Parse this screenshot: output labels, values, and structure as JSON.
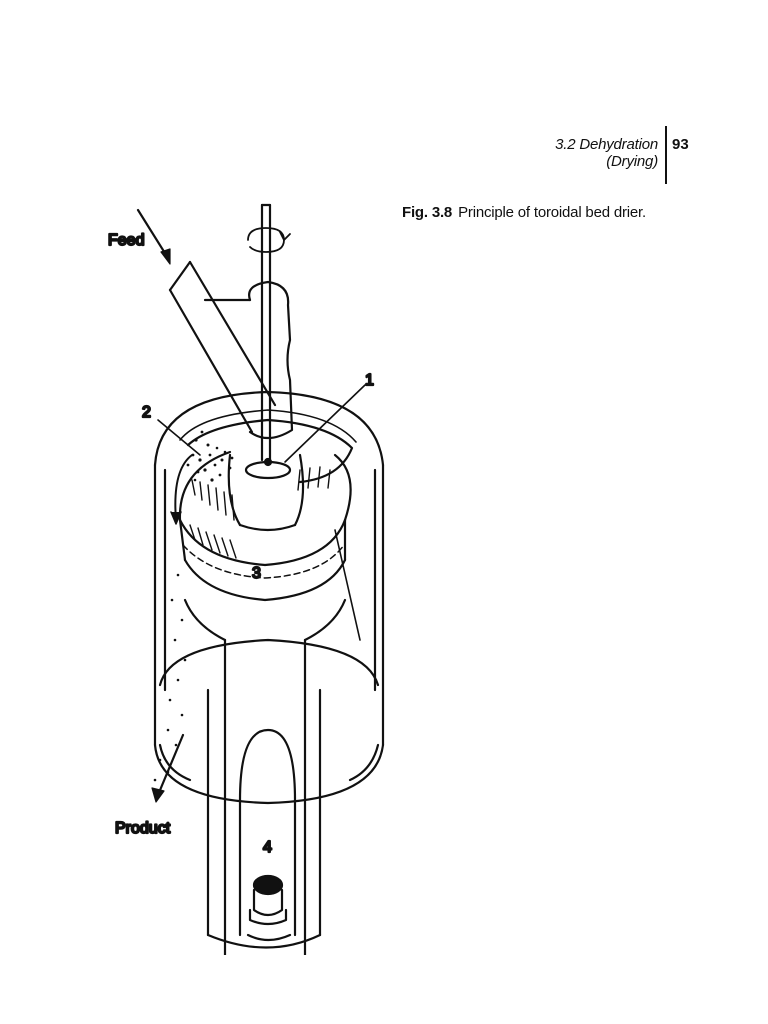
{
  "header": {
    "running_head": "3.2  Dehydration (Drying)",
    "page_number": "93"
  },
  "caption": {
    "label": "Fig. 3.8",
    "text": "Principle of toroidal bed drier."
  },
  "figure": {
    "labels": {
      "feed": "Feed",
      "product": "Product",
      "one": "1",
      "two": "2",
      "three": "3",
      "four": "4"
    }
  }
}
